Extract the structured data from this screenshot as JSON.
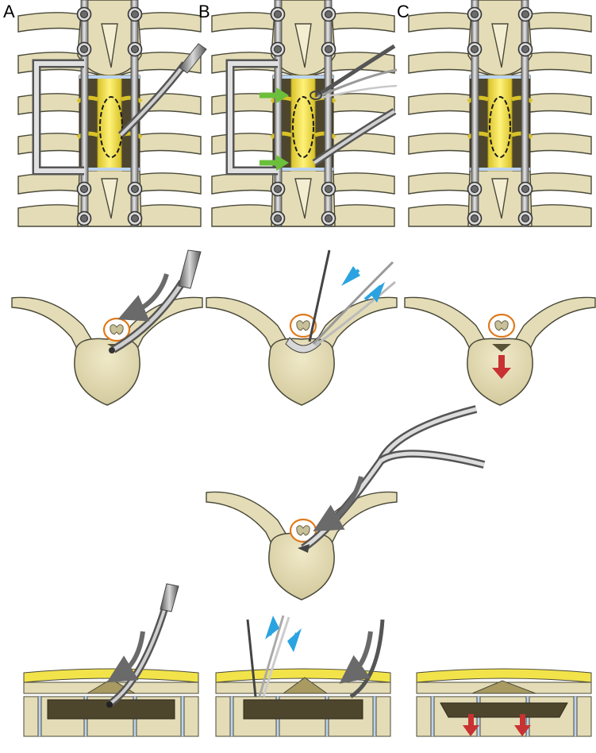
{
  "labels": {
    "a": "A",
    "b": "B",
    "c": "C"
  },
  "colors": {
    "bone": "#e4dcb6",
    "bone_outline": "#4a4a3a",
    "cord": "#f2e34a",
    "cord_dark": "#bfa820",
    "canal": "#4d462d",
    "rod": "#8c8c8c",
    "rod_light": "#d6d6d6",
    "green_arrow": "#6bbf3a",
    "blue_arrow": "#2aa3e0",
    "red_arrow": "#c83232",
    "grey_arrow": "#6a6a6a",
    "dura": "#e07a1e",
    "disc": "#bcd3ee"
  }
}
